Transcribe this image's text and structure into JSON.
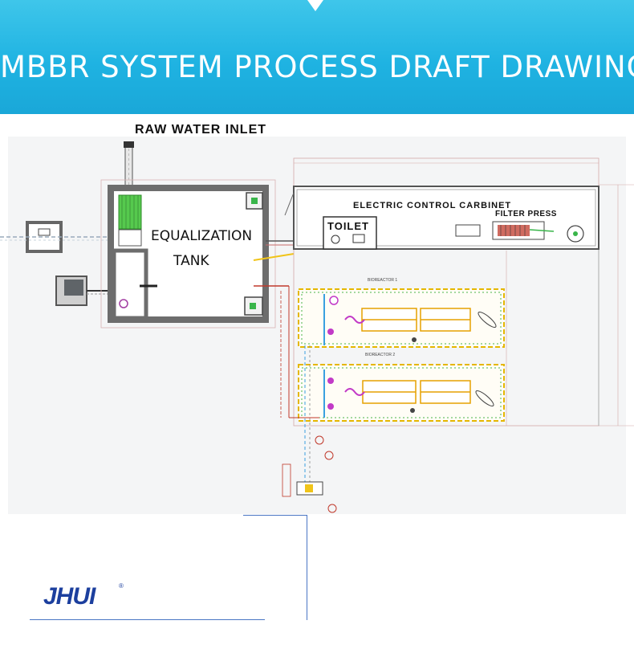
{
  "banner": {
    "title": "MBBR SYSTEM PROCESS DRAFT DRAWING",
    "color": "#1fb3e2"
  },
  "drawing": {
    "raw_water_inlet": "RAW WATER INLET",
    "equalization_tank": [
      "EQUALIZATION",
      "TANK"
    ],
    "electric_control_cabinet": "ELECTRIC CONTROL CARBINET",
    "filter_press": "FILTER PRESS",
    "toilet": "TOILET",
    "bioreactor_1": "BIOREACTOR 1",
    "bioreactor_2": "BIOREACTOR 2"
  },
  "logo": {
    "text": "JHUI",
    "mark": "®",
    "color": "#1c3f9e"
  }
}
